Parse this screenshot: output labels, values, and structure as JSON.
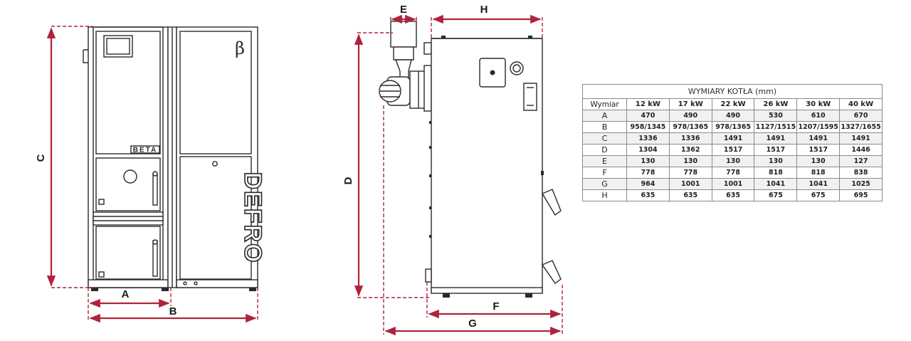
{
  "dimension_labels": {
    "a": "A",
    "b": "B",
    "c": "C",
    "d": "D",
    "e": "E",
    "f": "F",
    "g": "G",
    "h": "H"
  },
  "front_view": {
    "model_label": "BETA",
    "brand_logo": "DEFRO",
    "beta_symbol": "β"
  },
  "table": {
    "title": "WYMIARY KOTŁA (mm)",
    "corner_header": "Wymiar",
    "columns": [
      "12 kW",
      "17 kW",
      "22 kW",
      "26 kW",
      "30 kW",
      "40 kW"
    ],
    "rows": [
      {
        "label": "A",
        "values": [
          "470",
          "490",
          "490",
          "530",
          "610",
          "670"
        ]
      },
      {
        "label": "B",
        "values": [
          "958/1345",
          "978/1365",
          "978/1365",
          "1127/1515",
          "1207/1595",
          "1327/1655"
        ]
      },
      {
        "label": "C",
        "values": [
          "1336",
          "1336",
          "1491",
          "1491",
          "1491",
          "1491"
        ]
      },
      {
        "label": "D",
        "values": [
          "1304",
          "1362",
          "1517",
          "1517",
          "1517",
          "1446"
        ]
      },
      {
        "label": "E",
        "values": [
          "130",
          "130",
          "130",
          "130",
          "130",
          "127"
        ]
      },
      {
        "label": "F",
        "values": [
          "778",
          "778",
          "778",
          "818",
          "818",
          "838"
        ]
      },
      {
        "label": "G",
        "values": [
          "964",
          "1001",
          "1001",
          "1041",
          "1041",
          "1025"
        ]
      },
      {
        "label": "H",
        "values": [
          "635",
          "635",
          "635",
          "675",
          "675",
          "695"
        ]
      }
    ]
  },
  "colors": {
    "dimension_red": "#b0233b",
    "outline": "#2a2a2a"
  }
}
